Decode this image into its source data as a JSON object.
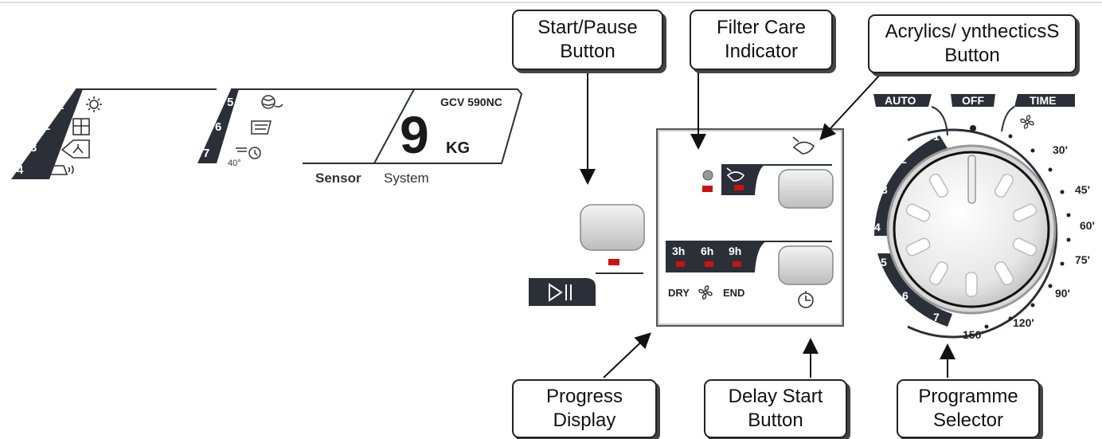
{
  "panel": {
    "programs_left": [
      "1",
      "2",
      "3",
      "4"
    ],
    "programs_mid": [
      "5",
      "6",
      "7"
    ],
    "mid_temp": "40°",
    "model": "GCV 590NC",
    "capacity_number": "9",
    "capacity_unit": "KG",
    "sensor_bold": "Sensor",
    "sensor_regular": "System"
  },
  "display": {
    "hours": [
      "3h",
      "6h",
      "9h"
    ],
    "dry": "DRY",
    "end": "END"
  },
  "dial": {
    "auto": "AUTO",
    "off": "OFF",
    "time": "TIME",
    "numbers": [
      "1",
      "2",
      "3",
      "4",
      "5",
      "6",
      "7"
    ],
    "times": [
      "30'",
      "45'",
      "60'",
      "75'",
      "90'",
      "120'",
      "150'"
    ]
  },
  "callouts": {
    "start_pause": [
      "Start/Pause",
      "Button"
    ],
    "filter_care": [
      "Filter Care",
      "Indicator"
    ],
    "acrylics": [
      "Acrylics/ ynthecticsS",
      "Button"
    ],
    "progress": [
      "Progress",
      "Display"
    ],
    "delay_start": [
      "Delay Start",
      "Button"
    ],
    "programme": [
      "Programme",
      "Selector"
    ]
  },
  "icons": {
    "p1": "sun-icon",
    "p2": "window-icon",
    "p3": "hanger-icon",
    "p4": "iron-icon",
    "p5": "yarn-icon",
    "p6": "shirts-icon",
    "p7": "timer-icon",
    "play_pause": "play-pause-icon",
    "acrylics": "acrylics-icon",
    "filter": "filter-icon",
    "fan": "fan-icon",
    "delay": "clock-icon"
  },
  "colors": {
    "dark": "#2a2f38",
    "indicator_red": "#cc1111",
    "button_gray": "#d4d4d4"
  }
}
